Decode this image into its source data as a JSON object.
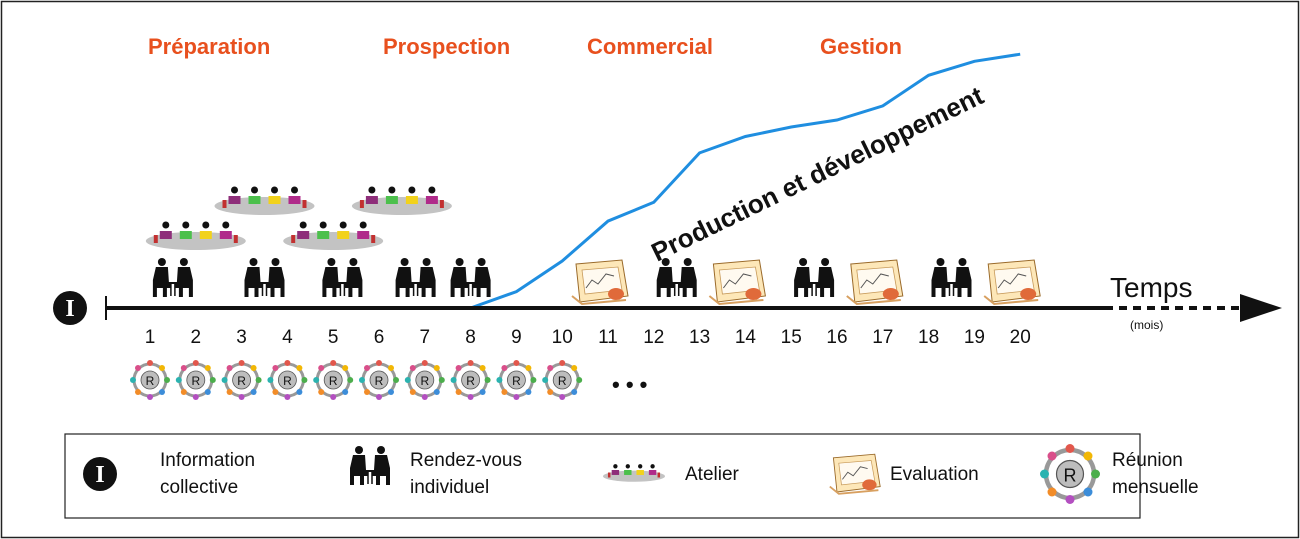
{
  "phases": [
    "Préparation",
    "Prospection",
    "Commercial",
    "Gestion"
  ],
  "axis": {
    "label": "Temps",
    "unit": "(mois)",
    "ticks": [
      "1",
      "2",
      "3",
      "4",
      "5",
      "6",
      "7",
      "8",
      "9",
      "10",
      "11",
      "12",
      "13",
      "14",
      "15",
      "16",
      "17",
      "18",
      "19",
      "20"
    ]
  },
  "curve_label": "Production et développement",
  "chart_data": {
    "type": "line",
    "x": [
      8,
      9,
      10,
      11,
      12,
      13,
      14,
      15,
      16,
      17,
      18,
      19,
      20
    ],
    "y": [
      0,
      0.07,
      0.2,
      0.37,
      0.45,
      0.66,
      0.73,
      0.77,
      0.8,
      0.86,
      0.99,
      1.05,
      1.08
    ]
  },
  "markers": {
    "information": [
      0
    ],
    "rendezvous": [
      1.5,
      3.5,
      5.2,
      6.8,
      8.0,
      12.5,
      15.5,
      18.5
    ],
    "ateliers": [
      2,
      3.5,
      5,
      6.5
    ],
    "evaluations": [
      11,
      14,
      17,
      20
    ],
    "reunions": [
      1,
      2,
      3,
      4,
      5,
      6,
      7,
      8,
      9,
      10
    ]
  },
  "ellipsis": "• • •",
  "legend": [
    {
      "icon": "information",
      "line1": "Information",
      "line2": "collective"
    },
    {
      "icon": "rendezvous",
      "line1": "Rendez-vous",
      "line2": "individuel"
    },
    {
      "icon": "atelier",
      "line1": "Atelier",
      "line2": ""
    },
    {
      "icon": "evaluation",
      "line1": "Evaluation",
      "line2": ""
    },
    {
      "icon": "reunion",
      "line1": "Réunion",
      "line2": "mensuelle"
    }
  ],
  "icon_letters": {
    "information": "I",
    "reunion": "R"
  },
  "colors": {
    "phase": "#e8501e",
    "curve": "#1f8ee0",
    "axis": "#111111"
  }
}
